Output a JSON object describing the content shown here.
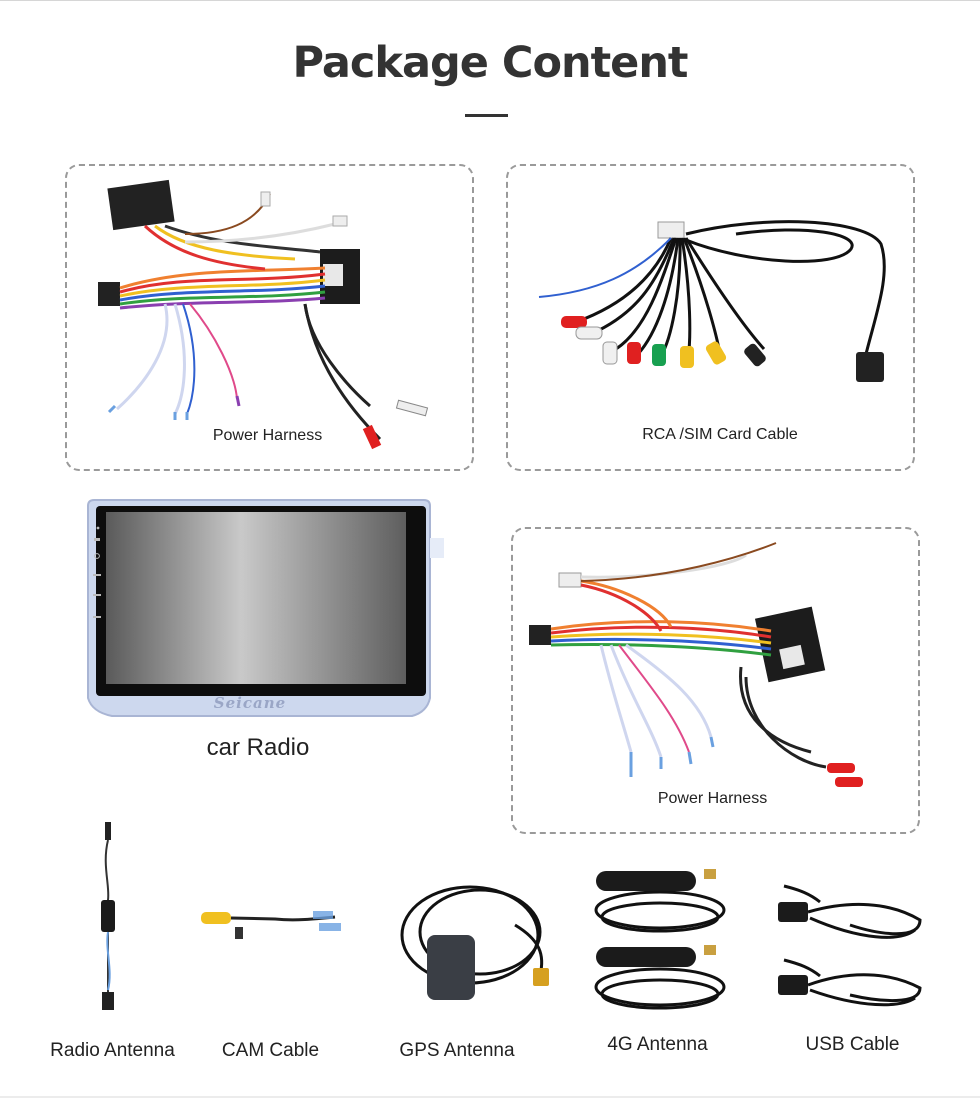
{
  "page": {
    "title": "Package Content"
  },
  "items": [
    {
      "label": "Power Harness"
    },
    {
      "label": "RCA /SIM Card Cable"
    },
    {
      "label": "car Radio",
      "brand": "Seicane"
    },
    {
      "label": "Power Harness"
    },
    {
      "label": "Radio Antenna"
    },
    {
      "label": "CAM Cable"
    },
    {
      "label": "GPS Antenna"
    },
    {
      "label": "4G Antenna"
    },
    {
      "label": "USB Cable"
    }
  ],
  "colors": {
    "title": "#333333",
    "dash_border": "#9a9a9a",
    "radio_frame": "#c7d3ea"
  }
}
